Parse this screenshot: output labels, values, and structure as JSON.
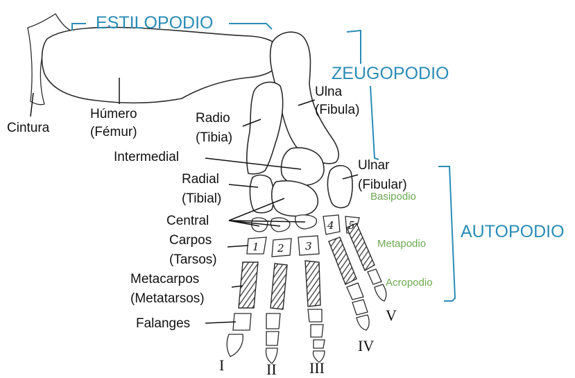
{
  "regions": {
    "estilopodio": "ESTILOPODIO",
    "zeugopodio": "ZEUGOPODIO",
    "autopodio": "AUTOPODIO"
  },
  "subregions": {
    "basipodio": "Basipodio",
    "metapodio": "Metapodio",
    "acropodio": "Acropodio"
  },
  "labels": {
    "cintura": "Cintura",
    "humero": "Húmero",
    "femur": "(Fémur)",
    "radio": "Radio",
    "tibia": "(Tibia)",
    "ulna": "Ulna",
    "fibula": "(Fibula)",
    "intermedial": "Intermedial",
    "radial": "Radial",
    "tibial": "(Tibial)",
    "ulnar": "Ulnar",
    "fibular": "(Fibular)",
    "central": "Central",
    "carpos": "Carpos",
    "tarsos": "(Tarsos)",
    "metacarpos": "Metacarpos",
    "metatarsos": "(Metatarsos)",
    "falanges": "Falanges"
  },
  "carpal_numbers": [
    "1",
    "2",
    "3",
    "4",
    "5"
  ],
  "digit_numerals": [
    "I",
    "II",
    "III",
    "IV",
    "V"
  ],
  "colors": {
    "region_blue": "#2a8cb5",
    "subregion_green": "#6aa84f",
    "ink": "#111111"
  }
}
